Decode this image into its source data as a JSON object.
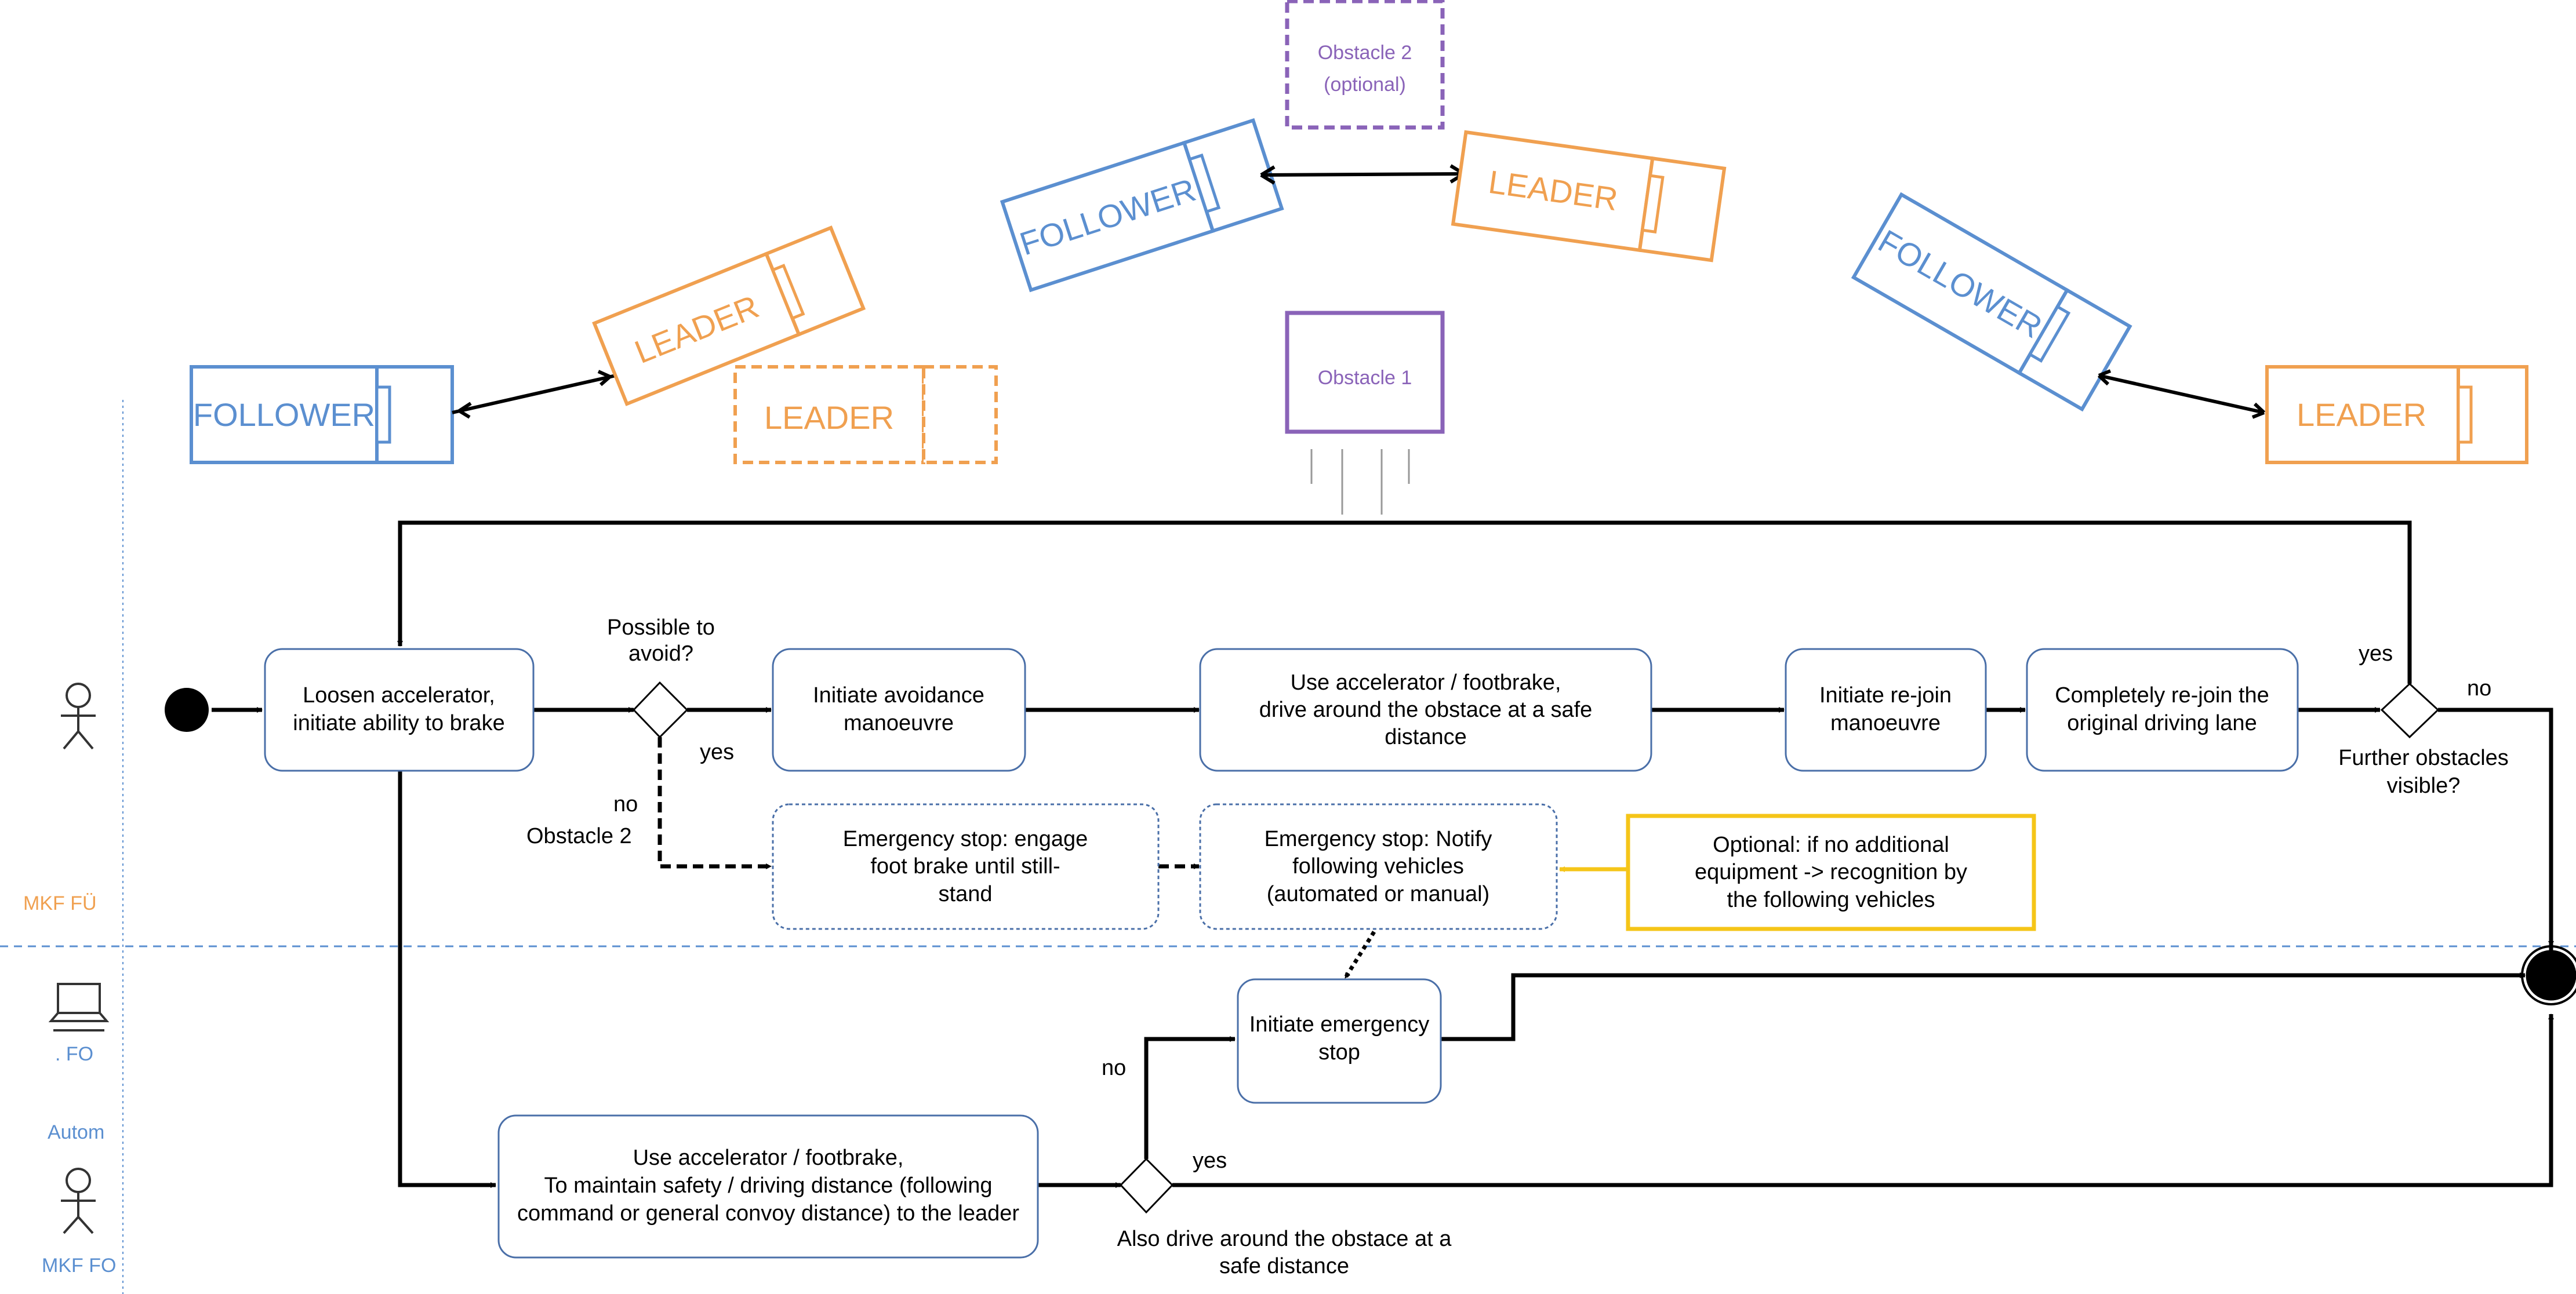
{
  "colors": {
    "follower": "#5b8fd0",
    "leader": "#f0a050",
    "obstacle": "#8a63b8",
    "note": "#f5c518",
    "line": "#000000",
    "node_border": "#4a6fa8",
    "lane_label": "#5b8fd0",
    "lane_label_alt": "#f0a050",
    "actor_icon": "#333333"
  },
  "scenario": {
    "follower_label": "FOLLOWER",
    "leader_label": "LEADER",
    "obstacle1": "Obstacle 1",
    "obstacle2_line1": "Obstacle 2",
    "obstacle2_line2": "(optional)"
  },
  "lanes": {
    "driver_lane_label": "MKF FÜ",
    "auto_lane_label_1": ". FO",
    "auto_lane_label_2": "Autom",
    "follower_driver_label": "MKF FO"
  },
  "icons": {
    "actor_top": "actor-icon",
    "computer": "computer-icon",
    "actor_bottom": "actor-icon",
    "start": "start-node-icon",
    "end": "end-node-icon"
  },
  "flow": {
    "loosen": [
      "Loosen accelerator,",
      "initiate ability to brake"
    ],
    "possible_q": [
      "Possible to",
      "avoid?"
    ],
    "avoid": [
      "Initiate avoidance",
      "manoeuvre"
    ],
    "use_drive": [
      "Use accelerator / footbrake,",
      "drive around the obstace at a safe",
      "distance"
    ],
    "rejoin": [
      "Initiate re-join",
      "manoeuvre"
    ],
    "complete": [
      "Completely re-join the",
      "original driving lane"
    ],
    "further_q": [
      "Further obstacles",
      "visible?"
    ],
    "estop_brake": [
      "Emergency stop: engage",
      "foot brake until still-",
      "stand"
    ],
    "estop_notify": [
      "Emergency stop: Notify",
      "following vehicles",
      "(automated or manual)"
    ],
    "optional": [
      "Optional: if no additional",
      "equipment -> recognition by",
      "the following vehicles"
    ],
    "init_estop": [
      "Initiate emergency",
      "stop"
    ],
    "maintain": [
      "Use accelerator / footbrake,",
      "To maintain safety / driving distance (following",
      "command or general convoy distance) to the leader"
    ],
    "also_drive": [
      "Also drive around the obstace at a",
      "safe distance"
    ],
    "yes": "yes",
    "no": "no",
    "no_obstacle2": "Obstacle 2"
  }
}
